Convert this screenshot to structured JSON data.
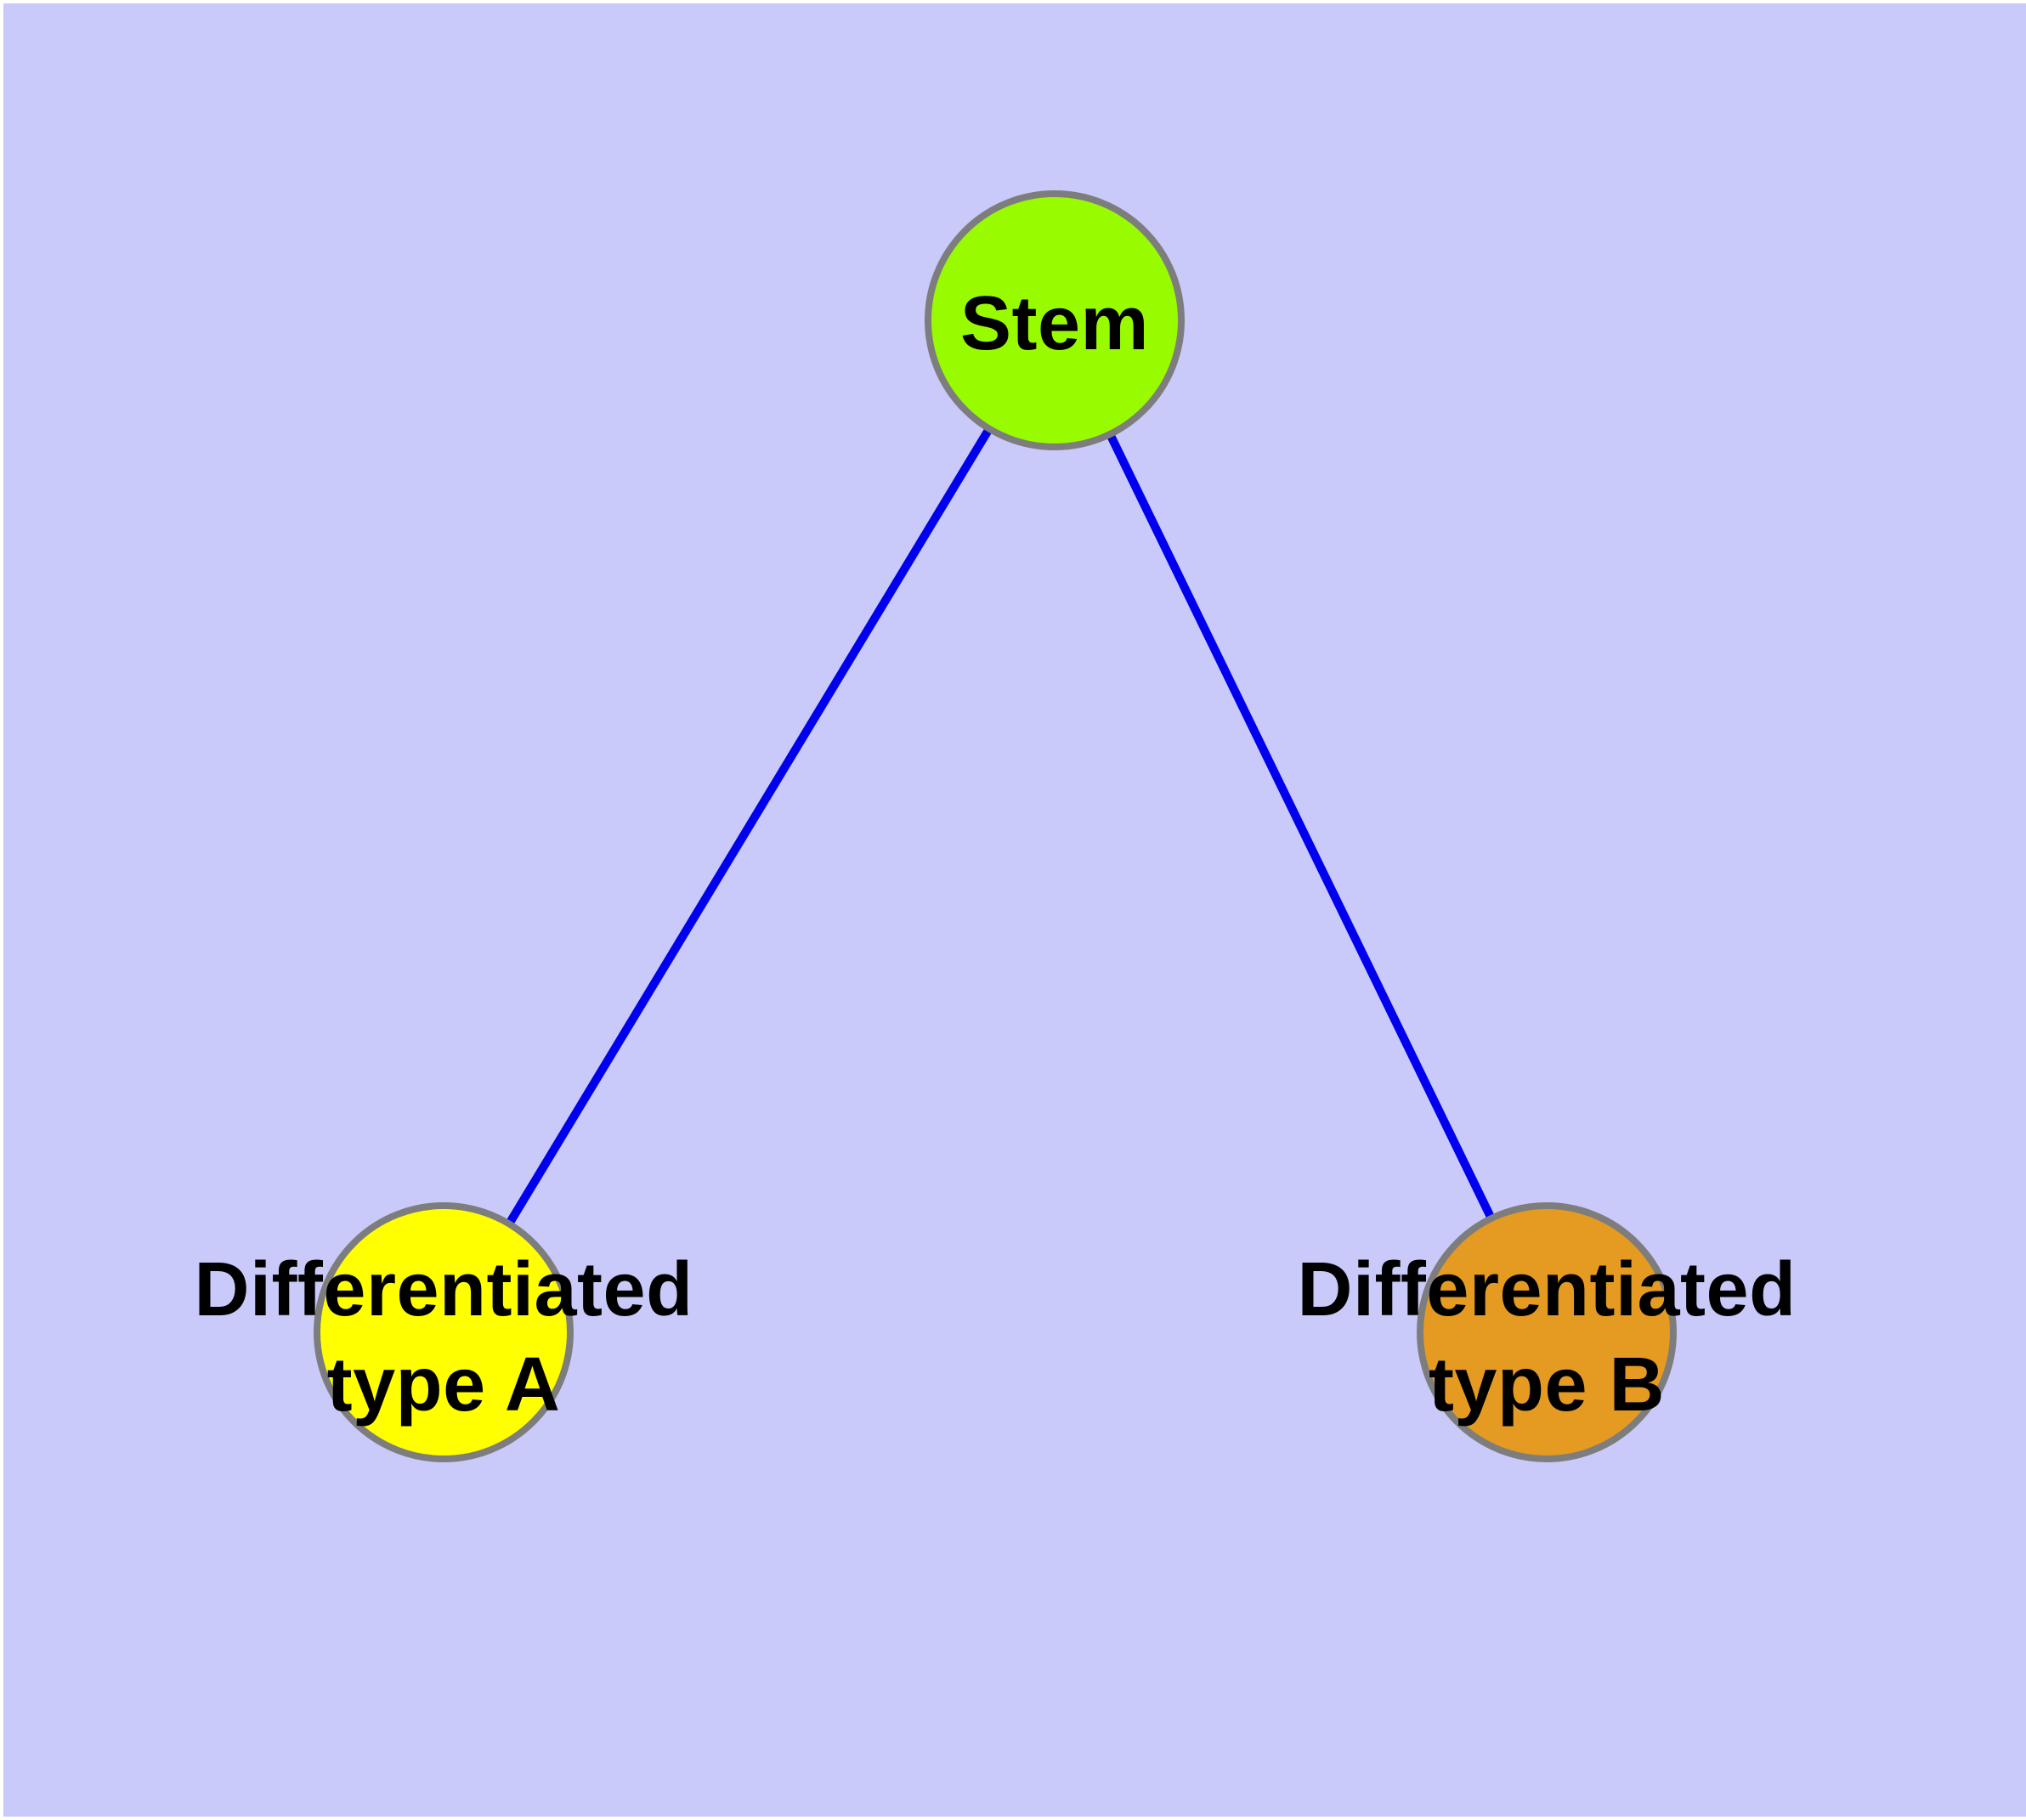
{
  "canvas": {
    "background": "#C9C9FA",
    "margin_color": "#FFFFFF"
  },
  "nodes": {
    "stem": {
      "label": "Stem",
      "color": "#99FB00",
      "border": "#7D7D7D"
    },
    "type_a": {
      "label_line1": "Differentiated",
      "label_line2": "type A",
      "color": "#FFFF00",
      "border": "#7D7D7D"
    },
    "type_b": {
      "label_line1": "Differentiated",
      "label_line2": "type B",
      "color": "#E59A22",
      "border": "#7D7D7D"
    }
  },
  "edges": {
    "color": "#0000EE",
    "list": [
      {
        "from": "Stem",
        "to": "Differentiated type A"
      },
      {
        "from": "Stem",
        "to": "Differentiated type B"
      }
    ]
  }
}
